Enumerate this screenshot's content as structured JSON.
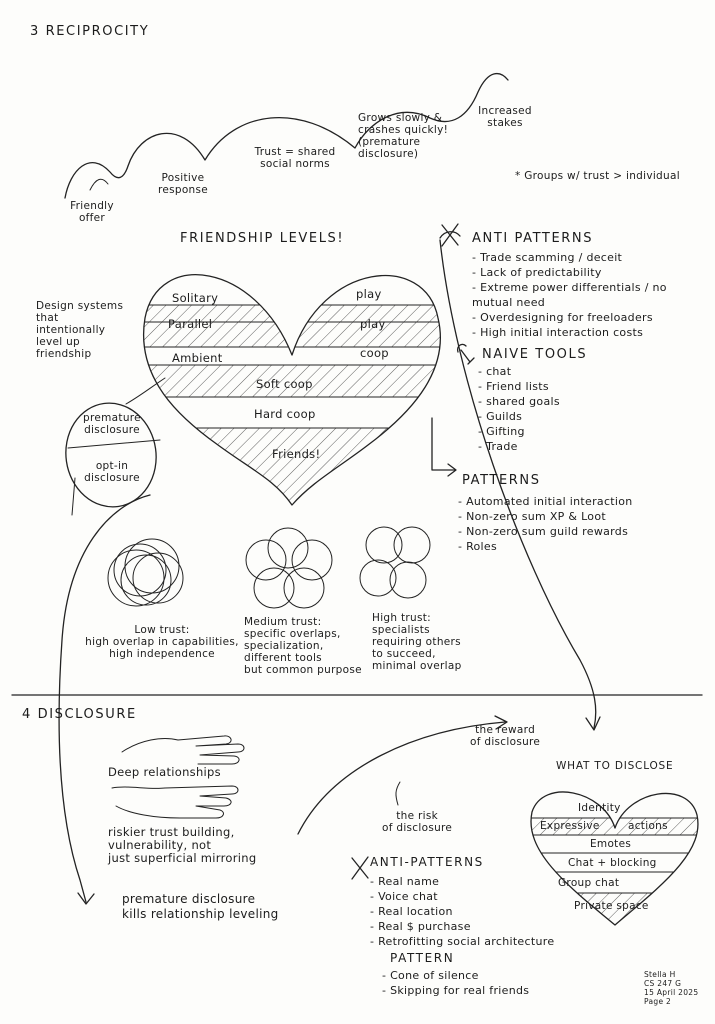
{
  "reciprocity": {
    "title": "3 RECIPROCITY",
    "steps": [
      "Friendly offer",
      "Positive response",
      "Trust = shared social norms",
      "Grows slowly & crashes quickly! (premature disclosure)",
      "Increased stakes"
    ],
    "groups_note": "* Groups w/ trust > individual"
  },
  "friendship": {
    "title": "FRIENDSHIP LEVELS!",
    "levels_left": [
      "Solitary",
      "Parallel",
      "Ambient"
    ],
    "levels_right": [
      "play",
      "play",
      "coop"
    ],
    "levels_center": [
      "Soft coop",
      "Hard coop",
      "Friends!"
    ],
    "design_note": "Design systems that intentionally level up friendship",
    "circle_top": "premature disclosure",
    "circle_bottom": "opt-in disclosure"
  },
  "anti_patterns": {
    "title": "ANTI PATTERNS",
    "items": [
      "- Trade scamming / deceit",
      "- Lack of predictability",
      "- Extreme power differentials / no mutual need",
      "- Overdesigning for freeloaders",
      "- High initial interaction costs"
    ]
  },
  "naive_tools": {
    "title": "NAIVE TOOLS",
    "items": [
      "- chat",
      "- Friend lists",
      "- shared goals",
      "- Guilds",
      "- Gifting",
      "- Trade"
    ]
  },
  "patterns": {
    "title": "PATTERNS",
    "items": [
      "- Automated initial interaction",
      "- Non-zero sum XP & Loot",
      "- Non-zero sum guild rewards",
      "- Roles"
    ]
  },
  "trust_levels": [
    {
      "label": "Low trust: high overlap in capabilities, high independence"
    },
    {
      "label": "Medium trust: specific overlaps, specialization, different tools but common purpose"
    },
    {
      "label": "High trust: specialists requiring others to succeed, minimal overlap"
    }
  ],
  "trust_labels": {
    "low_1": "Low trust:",
    "low_2": "high overlap in capabilities,",
    "low_3": "high independence",
    "med_1": "Medium trust:",
    "med_2": "specific overlaps,",
    "med_3": "specialization,",
    "med_4": "different tools",
    "med_5": "but common purpose",
    "high_1": "High trust:",
    "high_2": "specialists",
    "high_3": "requiring others",
    "high_4": "to succeed,",
    "high_5": "minimal overlap"
  },
  "disclosure": {
    "title": "4 DISCLOSURE",
    "deep": "Deep relationships",
    "riskier_1": "riskier trust building,",
    "riskier_2": "vulnerability, not",
    "riskier_3": "just superficial mirroring",
    "premature_1": "premature disclosure",
    "premature_2": "kills relationship leveling",
    "reward_1": "the reward",
    "reward_2": "of disclosure",
    "risk_1": "the risk",
    "risk_2": "of disclosure",
    "what_title": "WHAT TO DISCLOSE",
    "heart_items": [
      "Identity",
      "Expressive",
      "actions",
      "Emotes",
      "Chat + blocking",
      "Group chat",
      "Private space"
    ],
    "anti_title": "ANTI-PATTERNS",
    "anti_items": [
      "- Real name",
      "- Voice chat",
      "- Real location",
      "- Real $ purchase",
      "- Retrofitting social architecture"
    ],
    "pattern_title": "PATTERN",
    "pattern_items": [
      "- Cone of silence",
      "- Skipping for real friends"
    ]
  },
  "signature": {
    "name": "Stella H",
    "course": "CS 247 G",
    "date": "15 April 2025",
    "page": "Page 2"
  }
}
